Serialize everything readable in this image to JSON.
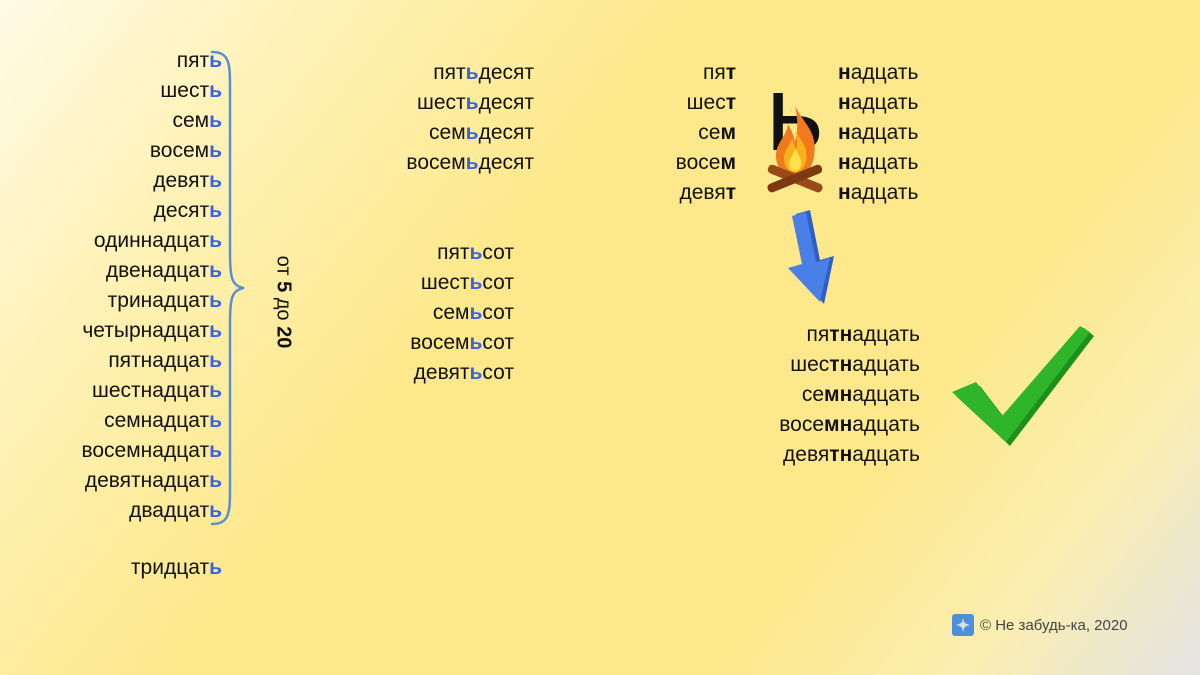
{
  "column_1": [
    {
      "stem": "пят",
      "end": "ь"
    },
    {
      "stem": "шест",
      "end": "ь"
    },
    {
      "stem": "сем",
      "end": "ь"
    },
    {
      "stem": "восем",
      "end": "ь"
    },
    {
      "stem": "девят",
      "end": "ь"
    },
    {
      "stem": "десят",
      "end": "ь"
    },
    {
      "stem": "одиннадцат",
      "end": "ь"
    },
    {
      "stem": "двенадцат",
      "end": "ь"
    },
    {
      "stem": "тринадцат",
      "end": "ь"
    },
    {
      "stem": "четырнадцат",
      "end": "ь"
    },
    {
      "stem": "пятнадцат",
      "end": "ь"
    },
    {
      "stem": "шестнадцат",
      "end": "ь"
    },
    {
      "stem": "семнадцат",
      "end": "ь"
    },
    {
      "stem": "восемнадцат",
      "end": "ь"
    },
    {
      "stem": "девятнадцат",
      "end": "ь"
    },
    {
      "stem": "двадцат",
      "end": "ь"
    }
  ],
  "tridcat": {
    "stem": "тридцат",
    "end": "ь"
  },
  "range_label": {
    "prefix": "от ",
    "from": "5",
    "mid": " до ",
    "to": "20"
  },
  "tens": [
    {
      "a": "пят",
      "b": "ь",
      "c": "десят"
    },
    {
      "a": "шест",
      "b": "ь",
      "c": "десят"
    },
    {
      "a": "сем",
      "b": "ь",
      "c": "десят"
    },
    {
      "a": "восем",
      "b": "ь",
      "c": "десят"
    }
  ],
  "hundreds": [
    {
      "a": "пят",
      "b": "ь",
      "c": "сот"
    },
    {
      "a": "шест",
      "b": "ь",
      "c": "сот"
    },
    {
      "a": "сем",
      "b": "ь",
      "c": "сот"
    },
    {
      "a": "восем",
      "b": "ь",
      "c": "сот"
    },
    {
      "a": "девят",
      "b": "ь",
      "c": "сот"
    }
  ],
  "stems_left": [
    {
      "a": "пя",
      "b": "т"
    },
    {
      "a": "шес",
      "b": "т"
    },
    {
      "a": "се",
      "b": "м"
    },
    {
      "a": "восе",
      "b": "м"
    },
    {
      "a": "девя",
      "b": "т"
    }
  ],
  "soft_sign": "ь",
  "stems_right": [
    {
      "b": "н",
      "c": "адцать"
    },
    {
      "b": "н",
      "c": "адцать"
    },
    {
      "b": "н",
      "c": "адцать"
    },
    {
      "b": "н",
      "c": "адцать"
    },
    {
      "b": "н",
      "c": "адцать"
    }
  ],
  "result": [
    {
      "a": "пя",
      "b": "тн",
      "c": "адцать"
    },
    {
      "a": "шес",
      "b": "тн",
      "c": "адцать"
    },
    {
      "a": "се",
      "b": "мн",
      "c": "адцать"
    },
    {
      "a": "восе",
      "b": "мн",
      "c": "адцать"
    },
    {
      "a": "девя",
      "b": "тн",
      "c": "адцать"
    }
  ],
  "footer": {
    "text": "© Не забудь-ка, 2020"
  },
  "colors": {
    "accent_blue": "#3b63e6",
    "arrow_blue": "#4a7fe8",
    "check_green": "#2fb52a",
    "brace": "#5b8fd0"
  },
  "icons": [
    "curly-brace",
    "campfire-icon",
    "down-arrow-icon",
    "check-mark-icon",
    "logo-icon"
  ]
}
